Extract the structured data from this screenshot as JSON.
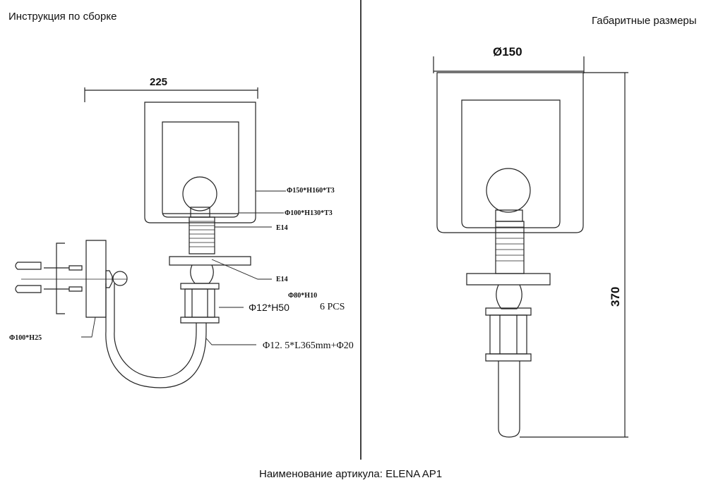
{
  "header": {
    "left_title": "Инструкция по сборке",
    "right_title": "Габаритные размеры"
  },
  "assembly": {
    "width_dim": "225",
    "labels": {
      "outer_shade": "Φ150*H160*T3",
      "inner_shade": "Φ100*H130*T3",
      "socket_top": "E14",
      "socket_bottom": "E14",
      "disc": "Φ80*H10",
      "glass_rod": "Φ12*H50",
      "glass_rod_qty": "6 PCS",
      "arm": "Φ12. 5*L365mm+Φ20",
      "wall_plate": "Φ100*H25"
    }
  },
  "dimensions": {
    "diameter": "Ø150",
    "height": "370"
  },
  "footer": {
    "article": "Наименование артикула: ELENA AP1"
  }
}
